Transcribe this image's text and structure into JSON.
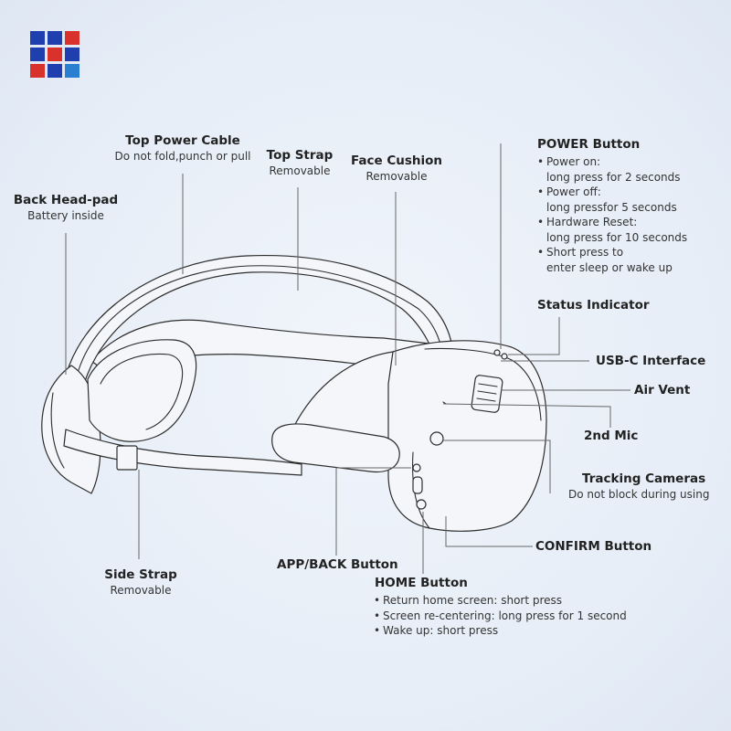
{
  "logo": {
    "colors": [
      "#1f3fae",
      "#1f3fae",
      "#d9322c",
      "#1f3fae",
      "#d9322c",
      "#1f3fae",
      "#d9322c",
      "#1f3fae",
      "#2a7fd0"
    ]
  },
  "labels": {
    "top_power_cable": {
      "title": "Top Power Cable",
      "sub": "Do not fold,punch or pull"
    },
    "top_strap": {
      "title": "Top Strap",
      "sub": "Removable"
    },
    "face_cushion": {
      "title": "Face Cushion",
      "sub": "Removable"
    },
    "back_head_pad": {
      "title": "Back Head-pad",
      "sub": "Battery inside"
    },
    "power_button": {
      "title": "POWER Button",
      "items": [
        {
          "line1": "Power on:",
          "line2": "long press for 2 seconds"
        },
        {
          "line1": "Power off:",
          "line2": "long pressfor 5 seconds"
        },
        {
          "line1": "Hardware Reset:",
          "line2": "long press for 10 seconds"
        },
        {
          "line1": "Short press to",
          "line2": "enter sleep or wake up"
        }
      ]
    },
    "status_indicator": {
      "title": "Status Indicator"
    },
    "usbc_interface": {
      "title": "USB-C Interface"
    },
    "air_vent": {
      "title": "Air Vent"
    },
    "second_mic": {
      "title": "2nd Mic"
    },
    "tracking_cameras": {
      "title": "Tracking Cameras",
      "sub": "Do not block during using"
    },
    "confirm_button": {
      "title": "CONFIRM Button"
    },
    "app_back_button": {
      "title": "APP/BACK Button"
    },
    "side_strap": {
      "title": "Side Strap",
      "sub": "Removable"
    },
    "home_button": {
      "title": "HOME Button",
      "items": [
        "Return home screen: short press",
        "Screen re-centering: long press for 1 second",
        "Wake up: short press"
      ]
    }
  }
}
